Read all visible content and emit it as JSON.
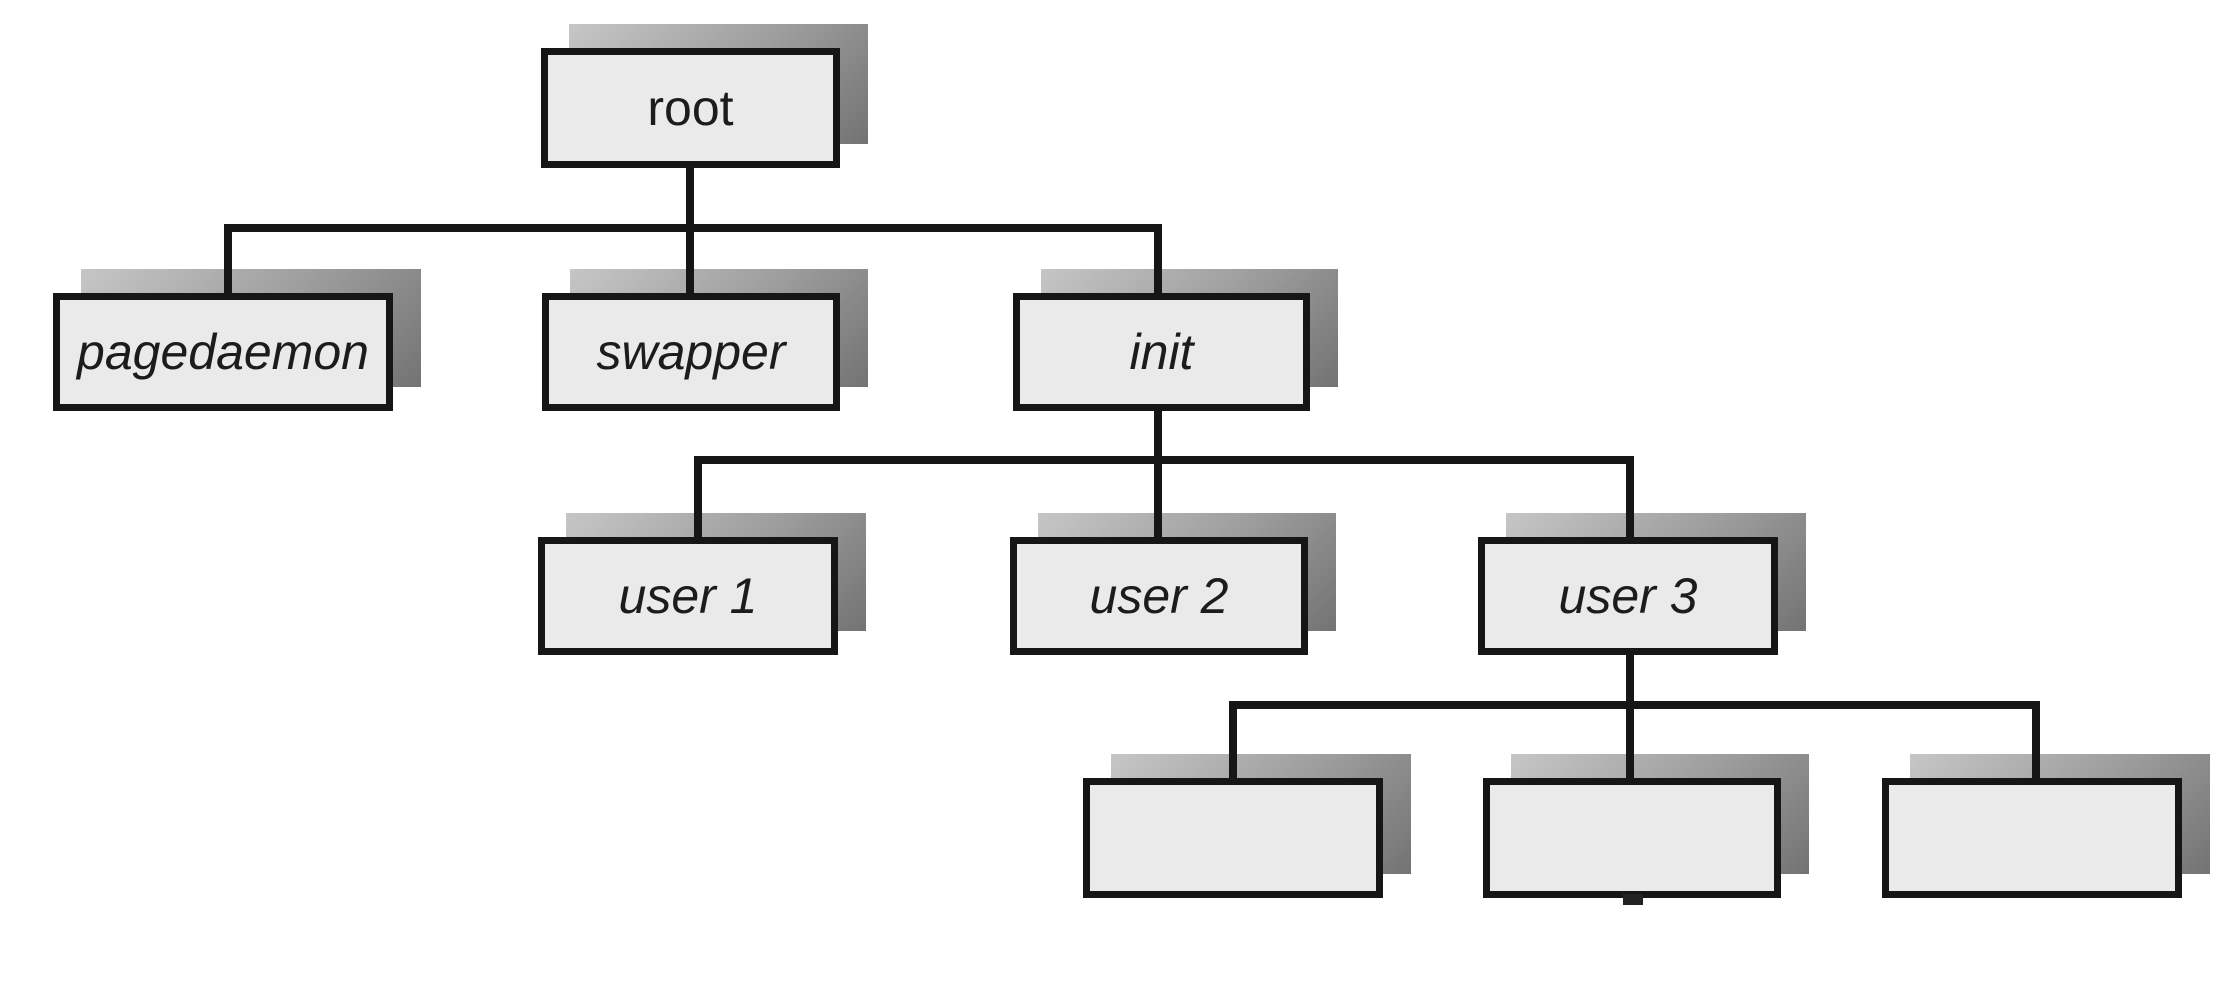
{
  "colors": {
    "background": "#ffffff",
    "box_fill": "#eaeaea",
    "line": "#161616",
    "text": "#1c1c1c",
    "shadow_from": "#c6c6c6",
    "shadow_mid": "#9e9e9e",
    "shadow_to": "#737373"
  },
  "tree": {
    "nodes": [
      {
        "id": "root",
        "label": "root"
      },
      {
        "id": "pagedaemon",
        "label": "pagedaemon"
      },
      {
        "id": "swapper",
        "label": "swapper"
      },
      {
        "id": "init",
        "label": "init"
      },
      {
        "id": "user1",
        "label": "user 1"
      },
      {
        "id": "user2",
        "label": "user 2"
      },
      {
        "id": "user3",
        "label": "user 3"
      },
      {
        "id": "child1",
        "label": ""
      },
      {
        "id": "child2",
        "label": ""
      },
      {
        "id": "child3",
        "label": ""
      }
    ],
    "edges": [
      {
        "from": "root",
        "to": "pagedaemon"
      },
      {
        "from": "root",
        "to": "swapper"
      },
      {
        "from": "root",
        "to": "init"
      },
      {
        "from": "init",
        "to": "user1"
      },
      {
        "from": "init",
        "to": "user2"
      },
      {
        "from": "init",
        "to": "user3"
      },
      {
        "from": "user3",
        "to": "child1"
      },
      {
        "from": "user3",
        "to": "child2"
      },
      {
        "from": "user3",
        "to": "child3"
      }
    ]
  }
}
